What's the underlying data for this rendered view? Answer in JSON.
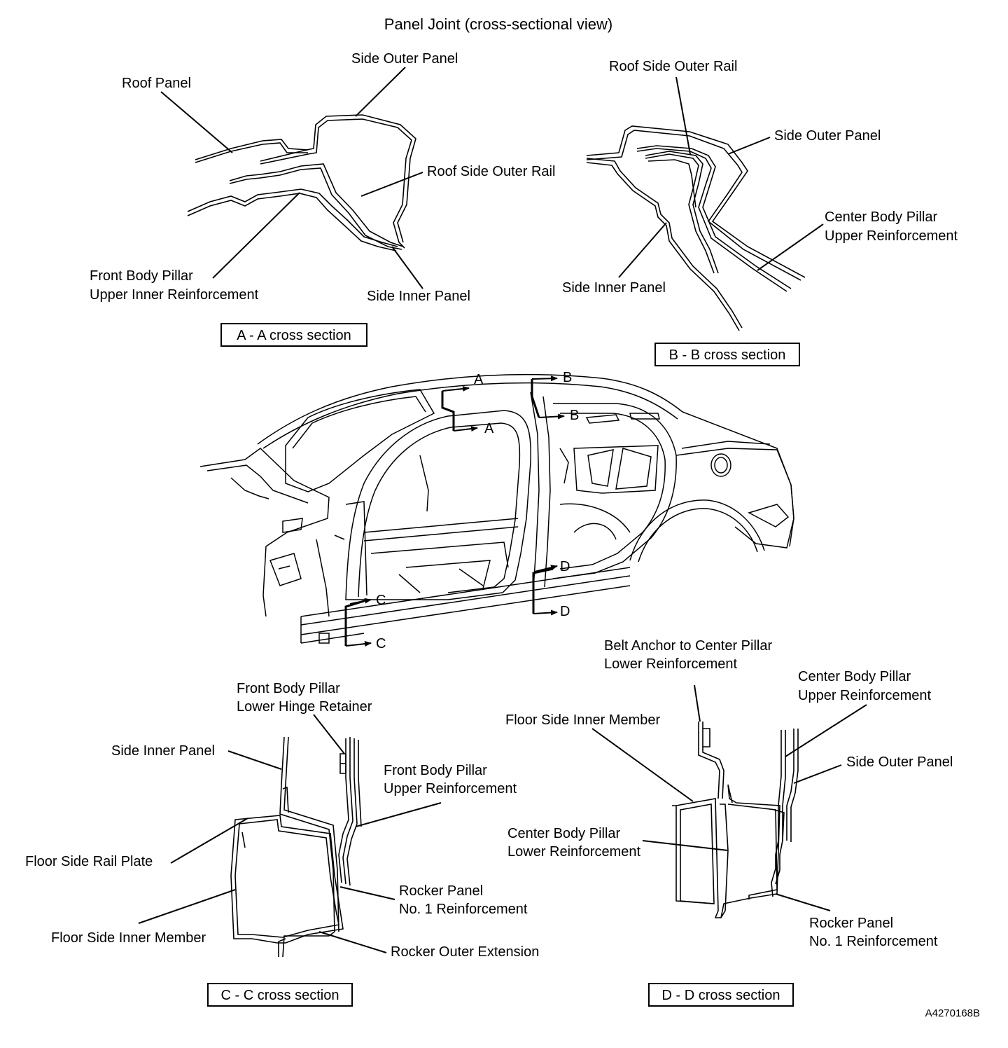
{
  "title": "Panel Joint (cross-sectional view)",
  "sections": {
    "aa": {
      "caption": "A - A cross section",
      "labels": {
        "side_outer_panel": "Side Outer Panel",
        "roof_panel": "Roof Panel",
        "roof_side_outer_rail": "Roof Side Outer Rail",
        "front_pillar_l1": "Front Body Pillar",
        "front_pillar_l2": "Upper Inner Reinforcement",
        "side_inner_panel": "Side Inner Panel"
      }
    },
    "bb": {
      "caption": "B - B cross section",
      "labels": {
        "roof_side_outer_rail": "Roof Side Outer Rail",
        "side_outer_panel": "Side Outer Panel",
        "center_pillar_l1": "Center Body Pillar",
        "center_pillar_l2": "Upper Reinforcement",
        "side_inner_panel": "Side Inner Panel"
      }
    },
    "cc": {
      "caption": "C - C cross section",
      "labels": {
        "hinge_l1": "Front Body Pillar",
        "hinge_l2": "Lower Hinge Retainer",
        "side_inner_panel": "Side Inner Panel",
        "front_upper_l1": "Front Body Pillar",
        "front_upper_l2": "Upper Reinforcement",
        "floor_side_rail_plate": "Floor Side Rail Plate",
        "rocker_l1": "Rocker Panel",
        "rocker_l2": "No. 1 Reinforcement",
        "floor_side_inner_member": "Floor Side Inner Member",
        "rocker_outer_extension": "Rocker Outer Extension"
      }
    },
    "dd": {
      "caption": "D - D cross section",
      "labels": {
        "belt_l1": "Belt Anchor to Center Pillar",
        "belt_l2": "Lower Reinforcement",
        "center_upper_l1": "Center Body Pillar",
        "center_upper_l2": "Upper Reinforcement",
        "floor_side_inner_member": "Floor Side Inner Member",
        "side_outer_panel": "Side Outer Panel",
        "center_lower_l1": "Center Body Pillar",
        "center_lower_l2": "Lower Reinforcement",
        "rocker_l1": "Rocker Panel",
        "rocker_l2": "No. 1 Reinforcement"
      }
    }
  },
  "markers": {
    "a_top": "A",
    "a_bottom": "A",
    "b_top": "B",
    "b_bottom": "B",
    "c_top": "C",
    "c_bottom": "C",
    "d_top": "D",
    "d_bottom": "D"
  },
  "figure_code": "A4270168B"
}
